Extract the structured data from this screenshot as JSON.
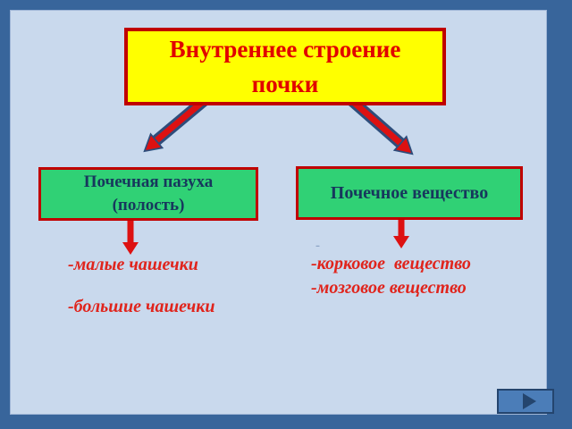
{
  "colors": {
    "frame_blue": "#38659B",
    "slide_background": "#C9D9ED",
    "title_box_fill": "#FFFF00",
    "title_box_border": "#C00000",
    "title_text_red": "#E10000",
    "term_box_fill": "#30D175",
    "term_box_border": "#C00000",
    "term_box_text_navy": "#17375D",
    "arrow_red": "#DD1111",
    "arrow_outline_navy": "#2E4D7B",
    "list_text_red": "#E0241C",
    "nav_button_fill": "#4B7DB8",
    "nav_button_border": "#24456E"
  },
  "title_box": {
    "text": "Внутреннее строение почки"
  },
  "left_box": {
    "text": "Почечная пазуха (полость)"
  },
  "right_box": {
    "text": "Почечное вещество"
  },
  "left_list": {
    "items": [
      "-малые чашечки",
      "-большие чашечки"
    ]
  },
  "right_list": {
    "dash": "-",
    "items": [
      "-корковое  вещество",
      "-мозговое вещество"
    ]
  }
}
